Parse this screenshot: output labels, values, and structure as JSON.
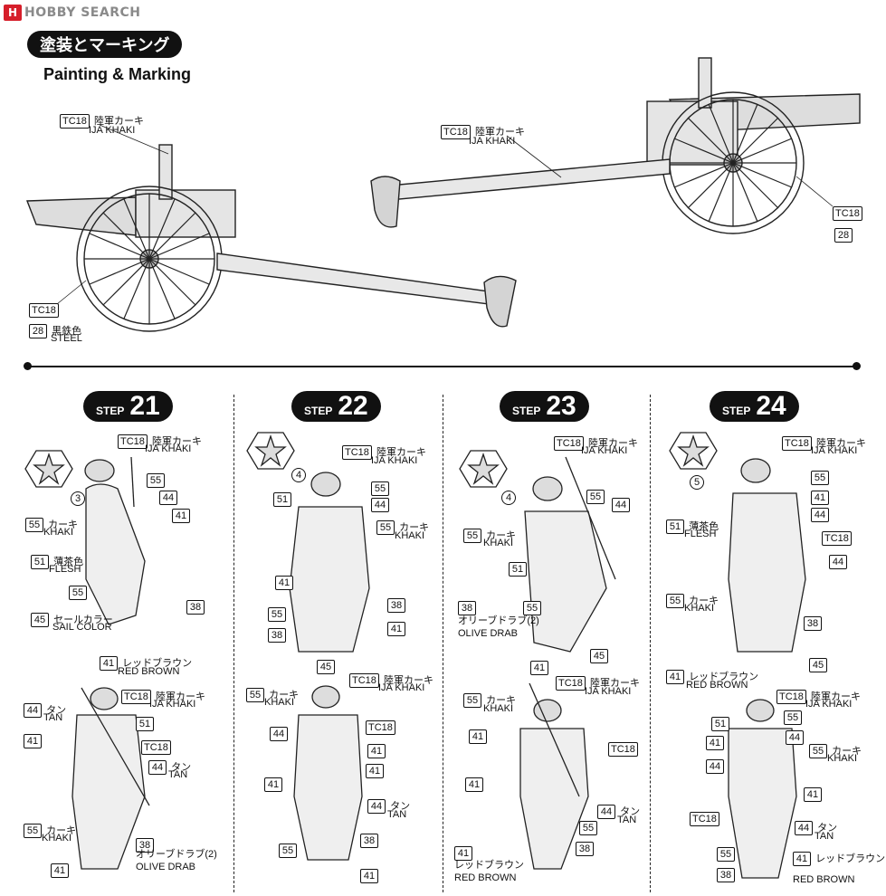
{
  "logo": {
    "mark": "H",
    "text": "HOBBY SEARCH"
  },
  "title_jp": "塗装とマーキング",
  "title_en": "Painting & Marking",
  "colors": {
    "tc18": "TC18",
    "c28": "28",
    "c55": "55",
    "c44": "44",
    "c41": "41",
    "c51": "51",
    "c45": "45",
    "c38": "38"
  },
  "paint": {
    "ija_khaki_jp": "陸軍カーキ",
    "ija_khaki_en": "IJA KHAKI",
    "steel_jp": "黒鉄色",
    "steel_en": "STEEL",
    "khaki_jp": "カーキ",
    "khaki_en": "KHAKI",
    "flesh_jp": "薄茶色",
    "flesh_en": "FLESH",
    "sail_jp": "セールカラー",
    "sail_en": "SAIL COLOR",
    "redbrown_jp": "レッドブラウン",
    "redbrown_en": "RED BROWN",
    "tan_jp": "タン",
    "tan_en": "TAN",
    "olive_jp": "オリーブドラブ(2)",
    "olive_en": "OLIVE DRAB"
  },
  "steps": [
    {
      "word": "STEP",
      "num": "21",
      "decal": "3"
    },
    {
      "word": "STEP",
      "num": "22",
      "decal": "4"
    },
    {
      "word": "STEP",
      "num": "23",
      "decal": "4"
    },
    {
      "word": "STEP",
      "num": "24",
      "decal": "5"
    }
  ]
}
